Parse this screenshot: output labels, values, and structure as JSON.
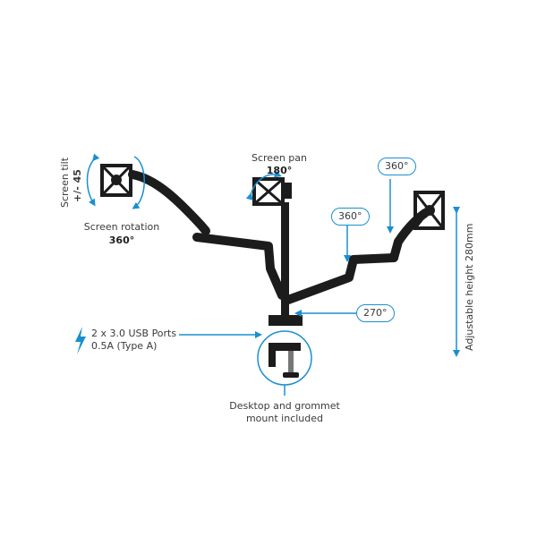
{
  "labels": {
    "screen_tilt": "Screen tilt",
    "screen_tilt_value": "+/- 45",
    "screen_rotation": "Screen rotation",
    "screen_rotation_value": "360°",
    "screen_pan": "Screen pan",
    "screen_pan_value": "180°",
    "usb_line1": "2 x 3.0 USB Ports",
    "usb_line2": "0.5A (Type A)",
    "mount_line1": "Desktop and grommet",
    "mount_line2": "mount included",
    "adjustable_height": "Adjustable height 280mm"
  },
  "badges": {
    "upper_rotation": "360°",
    "mid_rotation": "360°",
    "base_rotation": "270°"
  },
  "colors": {
    "accent": "#1a8fd0",
    "arm": "#1c1c1c",
    "text": "#3a3a3a"
  },
  "icons": [
    "lightning-icon",
    "curved-arrow-icon"
  ]
}
